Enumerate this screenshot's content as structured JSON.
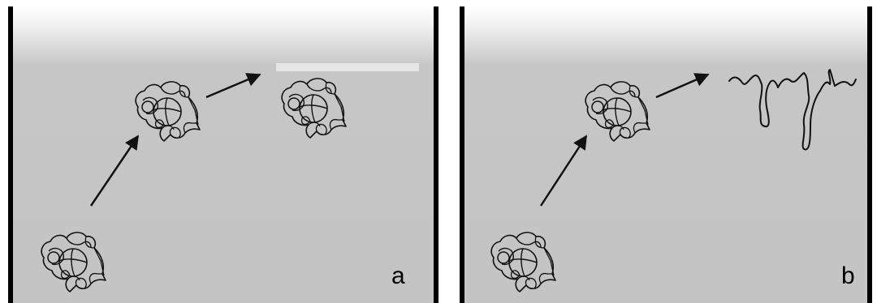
{
  "panels": [
    {
      "label": "a",
      "final_state": "folded-protein"
    },
    {
      "label": "b",
      "final_state": "unfolded-chain"
    }
  ],
  "colors": {
    "liquid": "#c4c4c4",
    "surface_top": "#ffffff",
    "container_wall": "#000000",
    "ink": "#111111"
  },
  "icons": {
    "molecule": "folded-protein-icon",
    "unfolded": "unfolded-chain-icon",
    "arrow": "arrow-icon"
  }
}
